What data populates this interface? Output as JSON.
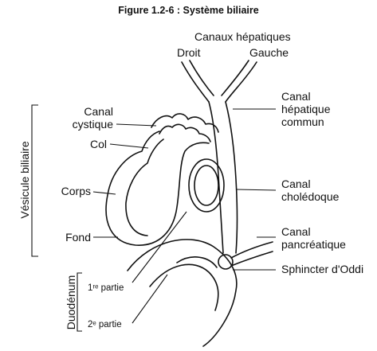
{
  "title": "Figure 1.2-6 : Système biliaire",
  "labels": {
    "canaux_hepatiques": "Canaux hépatiques",
    "droit": "Droit",
    "gauche": "Gauche",
    "canal_cystique_1": "Canal",
    "canal_cystique_2": "cystique",
    "col": "Col",
    "corps": "Corps",
    "fond": "Fond",
    "vesicule_biliaire": "Vésicule biliaire",
    "hepatique_1": "Canal",
    "hepatique_2": "hépatique",
    "hepatique_3": "commun",
    "choledoque_1": "Canal",
    "choledoque_2": "cholédoque",
    "pancreatique_1": "Canal",
    "pancreatique_2": "pancréatique",
    "sphincter": "Sphincter d'Oddi",
    "duodenum": "Duodénum",
    "partie1": "1ʳᵉ partie",
    "partie2": "2ᵉ partie"
  }
}
